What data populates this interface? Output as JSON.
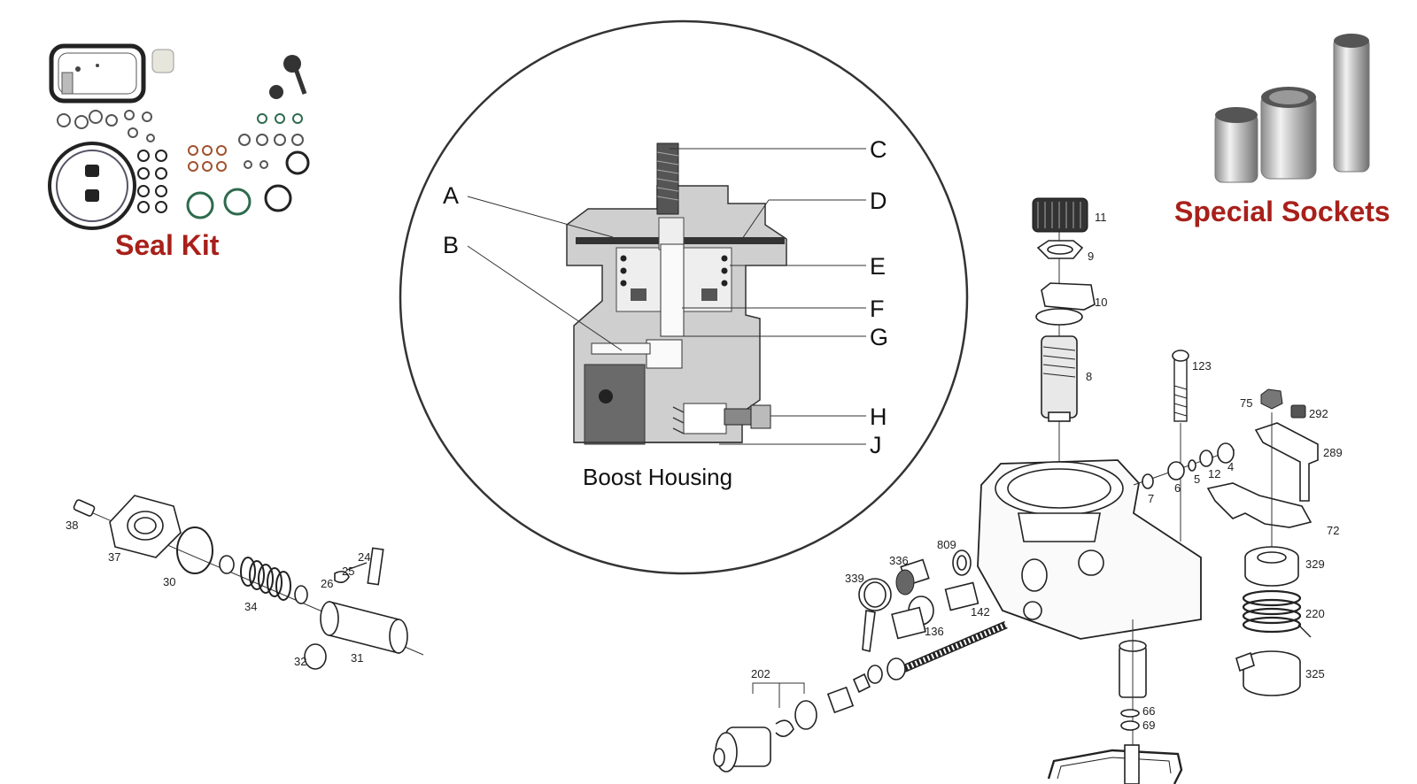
{
  "kits": {
    "seal_kit": "Seal Kit",
    "special_sockets": "Special Sockets"
  },
  "boost_housing": {
    "caption": "Boost Housing",
    "callouts": [
      "A",
      "B",
      "C",
      "D",
      "E",
      "F",
      "G",
      "H",
      "J"
    ]
  },
  "parts_left": [
    "38",
    "37",
    "30",
    "34",
    "26",
    "25",
    "24",
    "32",
    "31"
  ],
  "parts_right_stack": [
    "11",
    "9",
    "10",
    "8"
  ],
  "parts_right_misc": [
    "123",
    "7",
    "6",
    "5",
    "12",
    "4",
    "75",
    "292",
    "289",
    "72",
    "329",
    "220",
    "325"
  ],
  "parts_right_lower": [
    "809",
    "336",
    "339",
    "142",
    "136",
    "202",
    "66",
    "69"
  ],
  "colors": {
    "accent_red": "#a8201a",
    "line": "#222222"
  }
}
